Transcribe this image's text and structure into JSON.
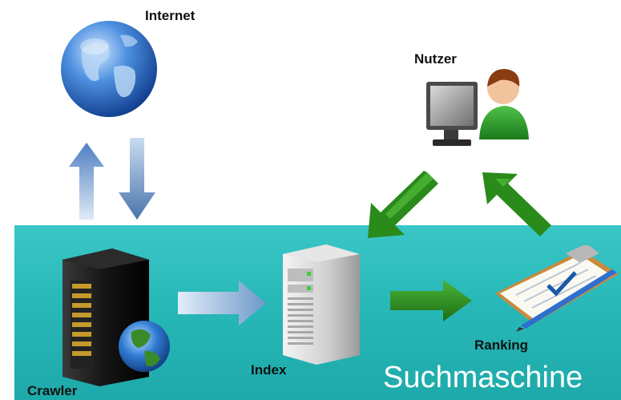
{
  "labels": {
    "internet": "Internet",
    "nutzer": "Nutzer",
    "crawler": "Crawler",
    "index": "Index",
    "ranking": "Ranking",
    "suchmaschine": "Suchmaschine"
  },
  "colors": {
    "panel": "#28b8b8",
    "flow_arrow_green": "#2a8a1a",
    "crawl_arrow_blue": "#8ab4dc",
    "title_text": "#ffffff"
  },
  "icons": [
    "globe-icon",
    "user-at-computer-icon",
    "server-tower-icon",
    "index-server-icon",
    "clipboard-checklist-icon"
  ]
}
